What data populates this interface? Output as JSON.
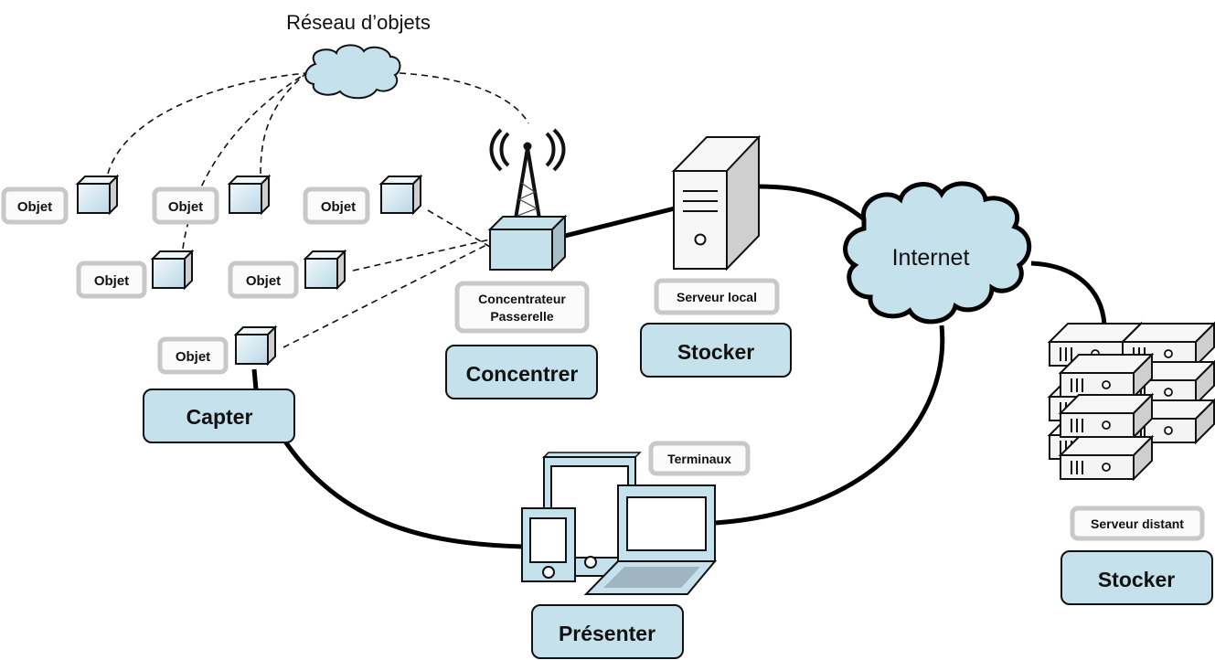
{
  "title": "Réseau d’objets",
  "colors": {
    "accent_fill": "#c5e1ec",
    "tag_border": "#c8c8c8",
    "stroke": "#111111"
  },
  "objects": [
    {
      "label": "Objet"
    },
    {
      "label": "Objet"
    },
    {
      "label": "Objet"
    },
    {
      "label": "Objet"
    },
    {
      "label": "Objet"
    },
    {
      "label": "Objet"
    }
  ],
  "sensor_object": {
    "label": "Objet"
  },
  "gateway": {
    "line1": "Concentrateur",
    "line2": "Passerelle",
    "action": "Concentrer",
    "icon": "antenna-tower-icon"
  },
  "local_server": {
    "label": "Serveur local",
    "action": "Stocker",
    "icon": "server-tower-icon"
  },
  "internet": {
    "label": "Internet",
    "icon": "cloud-icon"
  },
  "remote_server": {
    "label": "Serveur distant",
    "action": "Stocker",
    "icon": "server-rack-icon"
  },
  "terminals": {
    "label": "Terminaux",
    "action": "Présenter",
    "icon": "devices-icon"
  },
  "sensor": {
    "action": "Capter"
  }
}
